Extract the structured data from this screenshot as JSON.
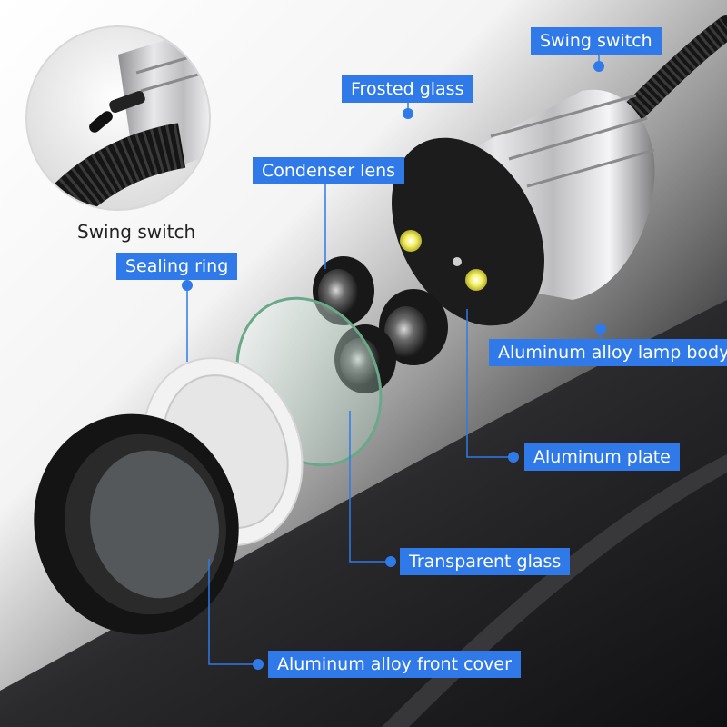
{
  "inset_caption": "Swing switch",
  "labels": {
    "swing_switch": "Swing switch",
    "frosted_glass": "Frosted glass",
    "condenser_lens": "Condenser lens",
    "sealing_ring": "Sealing ring",
    "lamp_body": "Aluminum alloy lamp body",
    "aluminum_plate": "Aluminum plate",
    "transparent_glass": "Transparent glass",
    "front_cover": "Aluminum alloy front cover"
  },
  "colors": {
    "callout_blue": "#2f7ae8",
    "background_dark": "#1c1c1e",
    "led_yellow": "#f4f26a"
  }
}
